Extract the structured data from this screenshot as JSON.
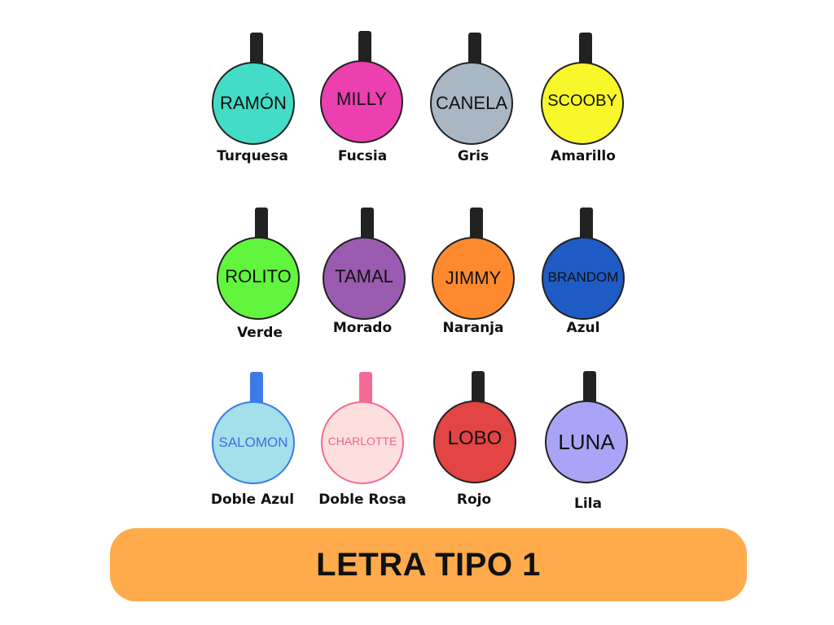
{
  "tags": [
    {
      "name": "RAMÓN",
      "color_label": "Turquesa",
      "fill": "#43dcc7",
      "strap": "#222222",
      "border": "#222222",
      "text_color": "#111111"
    },
    {
      "name": "MILLY",
      "color_label": "Fucsia",
      "fill": "#ec3fb0",
      "strap": "#222222",
      "border": "#222222",
      "text_color": "#111111"
    },
    {
      "name": "CANELA",
      "color_label": "Gris",
      "fill": "#a9b6c4",
      "strap": "#222222",
      "border": "#222222",
      "text_color": "#111111"
    },
    {
      "name": "SCOOBY",
      "color_label": "Amarillo",
      "fill": "#f7f72a",
      "strap": "#222222",
      "border": "#222222",
      "text_color": "#111111"
    },
    {
      "name": "ROLITO",
      "color_label": "Verde",
      "fill": "#62f53d",
      "strap": "#222222",
      "border": "#222222",
      "text_color": "#111111"
    },
    {
      "name": "TAMAL",
      "color_label": "Morado",
      "fill": "#9a5bb0",
      "strap": "#222222",
      "border": "#222222",
      "text_color": "#111111"
    },
    {
      "name": "JIMMY",
      "color_label": "Naranja",
      "fill": "#fd8a2e",
      "strap": "#222222",
      "border": "#222222",
      "text_color": "#111111"
    },
    {
      "name": "BRANDOM",
      "color_label": "Azul",
      "fill": "#1f5bc4",
      "strap": "#222222",
      "border": "#222222",
      "text_color": "#111111"
    },
    {
      "name": "SALOMON",
      "color_label": "Doble Azul",
      "fill": "#a4e0ea",
      "strap": "#3c7ae8",
      "border": "#3c7ae8",
      "text_color": "#3c6fe0"
    },
    {
      "name": "CHARLOTTE",
      "color_label": "Doble Rosa",
      "fill": "#fde0de",
      "strap": "#f46b96",
      "border": "#f46b96",
      "text_color": "#f0628e"
    },
    {
      "name": "LOBO",
      "color_label": "Rojo",
      "fill": "#e34444",
      "strap": "#222222",
      "border": "#222222",
      "text_color": "#111111"
    },
    {
      "name": "LUNA",
      "color_label": "Lila",
      "fill": "#a9a4f5",
      "strap": "#222222",
      "border": "#222222",
      "text_color": "#111111"
    }
  ],
  "banner": {
    "title": "LETRA TIPO 1",
    "color": "#ffab4c"
  }
}
